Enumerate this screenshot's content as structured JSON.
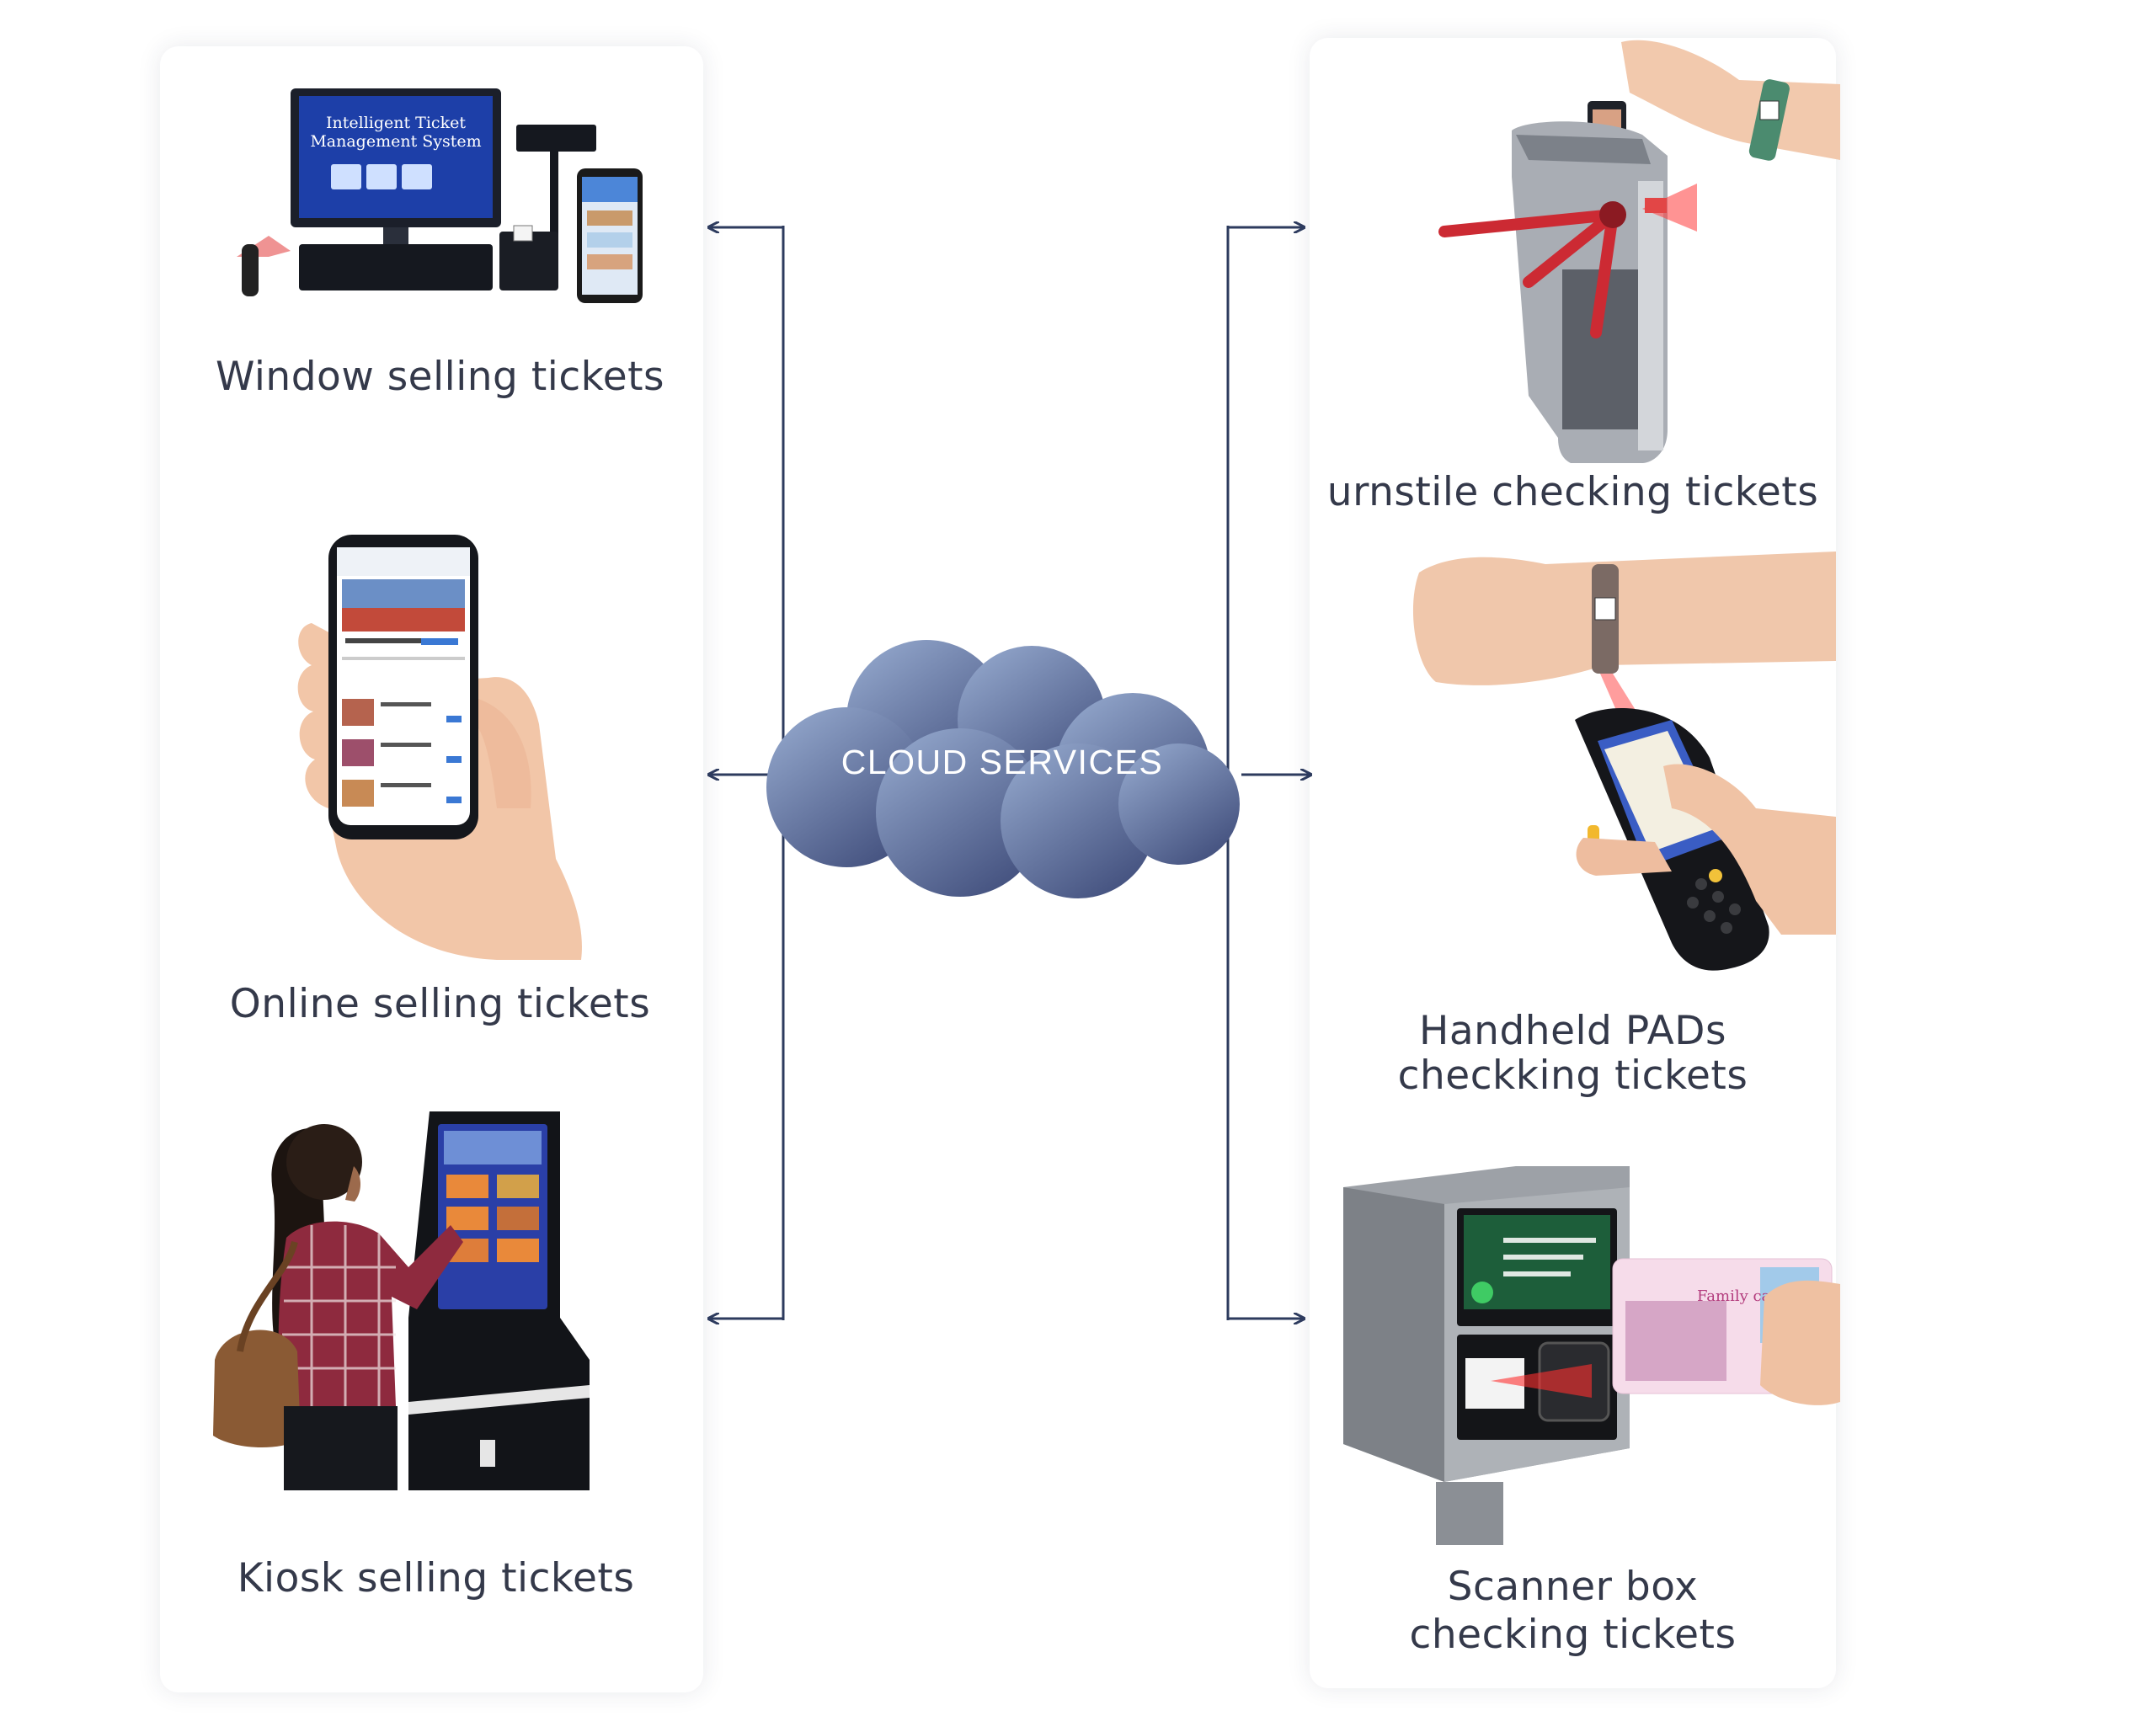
{
  "diagram": {
    "center": {
      "label": "CLOUD SERVICES",
      "color_top": "#93a7cc",
      "color_bottom": "#3f4c7a"
    },
    "connector_color": "#2d3b5e",
    "selling": {
      "items": [
        {
          "label": "Window selling tickets",
          "icon": "pos-terminal-icon"
        },
        {
          "label": "Online  selling tickets",
          "icon": "smartphone-in-hand-icon"
        },
        {
          "label": "Kiosk selling tickets",
          "icon": "self-service-kiosk-icon"
        }
      ],
      "screen_title_line1": "Intelligent Ticket",
      "screen_title_line2": "Management System"
    },
    "checking": {
      "items": [
        {
          "label": "urnstile checking tickets",
          "icon": "turnstile-icon"
        },
        {
          "label_line1": "Handheld PADs",
          "label_line2": "checkking tickets",
          "icon": "handheld-scanner-icon"
        },
        {
          "label_line1": "Scanner box",
          "label_line2": "checking tickets",
          "icon": "scanner-box-icon"
        }
      ],
      "card_text": "Family card"
    }
  }
}
